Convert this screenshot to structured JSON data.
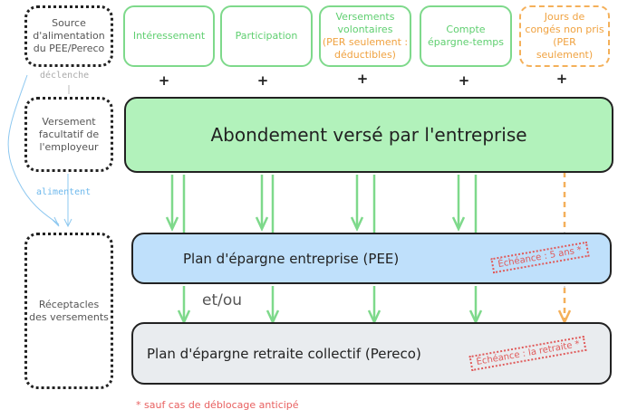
{
  "legend": {
    "source": "Source d'alimentation du PEE/Pereco",
    "source_lines": [
      "Source",
      "d'alimentation",
      "du PEE/Pereco"
    ],
    "employer_lines": [
      "Versement",
      "facultatif de",
      "l'employeur"
    ],
    "receptacles_lines": [
      "Réceptacles",
      "des versements"
    ],
    "declenche": "déclenche",
    "alimentent": "alimentent"
  },
  "sources": [
    {
      "lines": [
        "Intéressement"
      ],
      "note": []
    },
    {
      "lines": [
        "Participation"
      ],
      "note": []
    },
    {
      "lines": [
        "Versements",
        "volontaires"
      ],
      "note": [
        "(PER seulement :",
        "déductibles)"
      ]
    },
    {
      "lines": [
        "Compte",
        "épargne-temps"
      ],
      "note": []
    },
    {
      "lines": [],
      "note": [
        "Jours de",
        "congés non pris",
        "(PER",
        "seulement)"
      ]
    }
  ],
  "plus_sign": "+",
  "abondement": "Abondement versé par l'entreprise",
  "pee": {
    "label": "Plan d'épargne entreprise (PEE)",
    "echeance": "Échéance : 5 ans *"
  },
  "etou": "et/ou",
  "pereco": {
    "label": "Plan d'épargne retraite collectif (Pereco)",
    "echeance": "Échéance : la retraite *"
  },
  "footnote": "* sauf cas de déblocage anticipé",
  "colors": {
    "green": "#7ed98b",
    "green_fill": "#b2f2bb",
    "blue_fill": "#bfe0fb",
    "gray_fill": "#e9ecef",
    "orange": "#f4b05a",
    "red": "#e05a5a",
    "light_blue": "#8ec8f0"
  }
}
